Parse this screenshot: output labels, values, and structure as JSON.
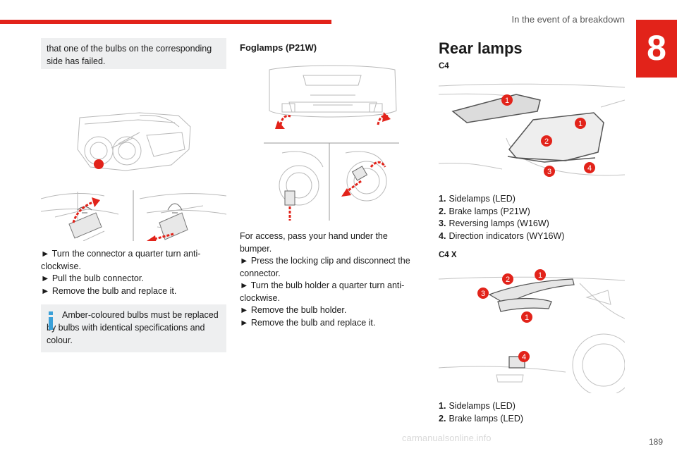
{
  "header": {
    "title": "In the event of a breakdown",
    "chapter": "8",
    "accent_color": "#e2231a"
  },
  "column1": {
    "intro_text": "that one of the bulbs on the corresponding side has failed.",
    "steps": [
      "► Turn the connector a quarter turn anti-clockwise.",
      "► Pull the bulb connector.",
      "► Remove the bulb and replace it."
    ],
    "note": {
      "icon": "info-icon",
      "text": "Amber-coloured bulbs must be replaced by bulbs with identical specifications and colour."
    }
  },
  "column2": {
    "heading": "Foglamps (P21W)",
    "access_text": "For access, pass your hand under the bumper.",
    "steps": [
      "► Press the locking clip and disconnect the connector.",
      "► Turn the bulb holder a quarter turn anti-clockwise.",
      "► Remove the bulb holder.",
      "► Remove the bulb and replace it."
    ]
  },
  "column3": {
    "heading": "Rear lamps",
    "model_c4": "C4",
    "legend_c4": [
      {
        "num": "1.",
        "label": "Sidelamps (LED)"
      },
      {
        "num": "2.",
        "label": "Brake lamps (P21W)"
      },
      {
        "num": "3.",
        "label": "Reversing lamps (W16W)"
      },
      {
        "num": "4.",
        "label": "Direction indicators (WY16W)"
      }
    ],
    "model_c4x": "C4 X",
    "legend_c4x": [
      {
        "num": "1.",
        "label": "Sidelamps (LED)"
      },
      {
        "num": "2.",
        "label": "Brake lamps (LED)"
      }
    ],
    "c4_callouts": [
      "1",
      "1",
      "2",
      "3",
      "4"
    ],
    "c4x_callouts": [
      "2",
      "1",
      "3",
      "1",
      "4"
    ]
  },
  "footer": {
    "page_number": "189",
    "watermark": "carmanualsonline.info"
  }
}
